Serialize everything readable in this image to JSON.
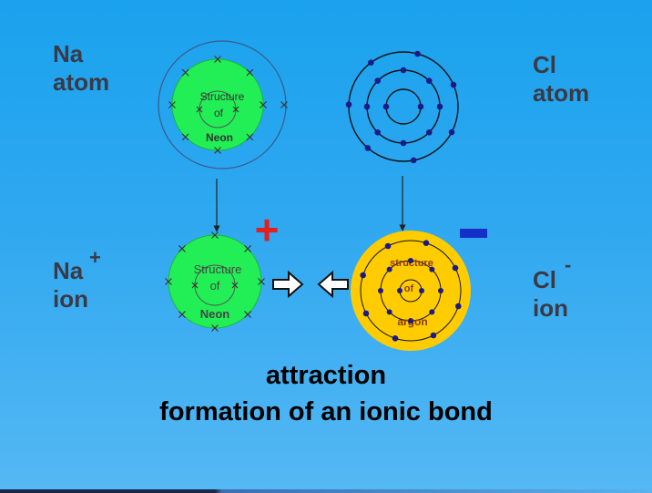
{
  "na_atom": {
    "line1": "Na",
    "line2": "atom"
  },
  "cl_atom": {
    "line1": "Cl",
    "line2": "atom"
  },
  "na_ion": {
    "line1": "Na",
    "charge": "+",
    "line2": "ion"
  },
  "cl_ion": {
    "line1": "Cl",
    "charge": "-",
    "line2": "ion"
  },
  "neon_core": {
    "line1": "Structure",
    "line2": "of",
    "line3": "Neon"
  },
  "argon_core": {
    "line1": "structure",
    "line2": "of",
    "line3": "argon"
  },
  "plus_sign": "+",
  "caption": {
    "line1": "attraction",
    "line2": "formation of an ionic bond"
  },
  "colors": {
    "neon_core": "#22ee55",
    "argon_core": "#ffcc00",
    "electron": "#1a1a8a",
    "plus": "#e32020",
    "minus": "#1530c8"
  }
}
